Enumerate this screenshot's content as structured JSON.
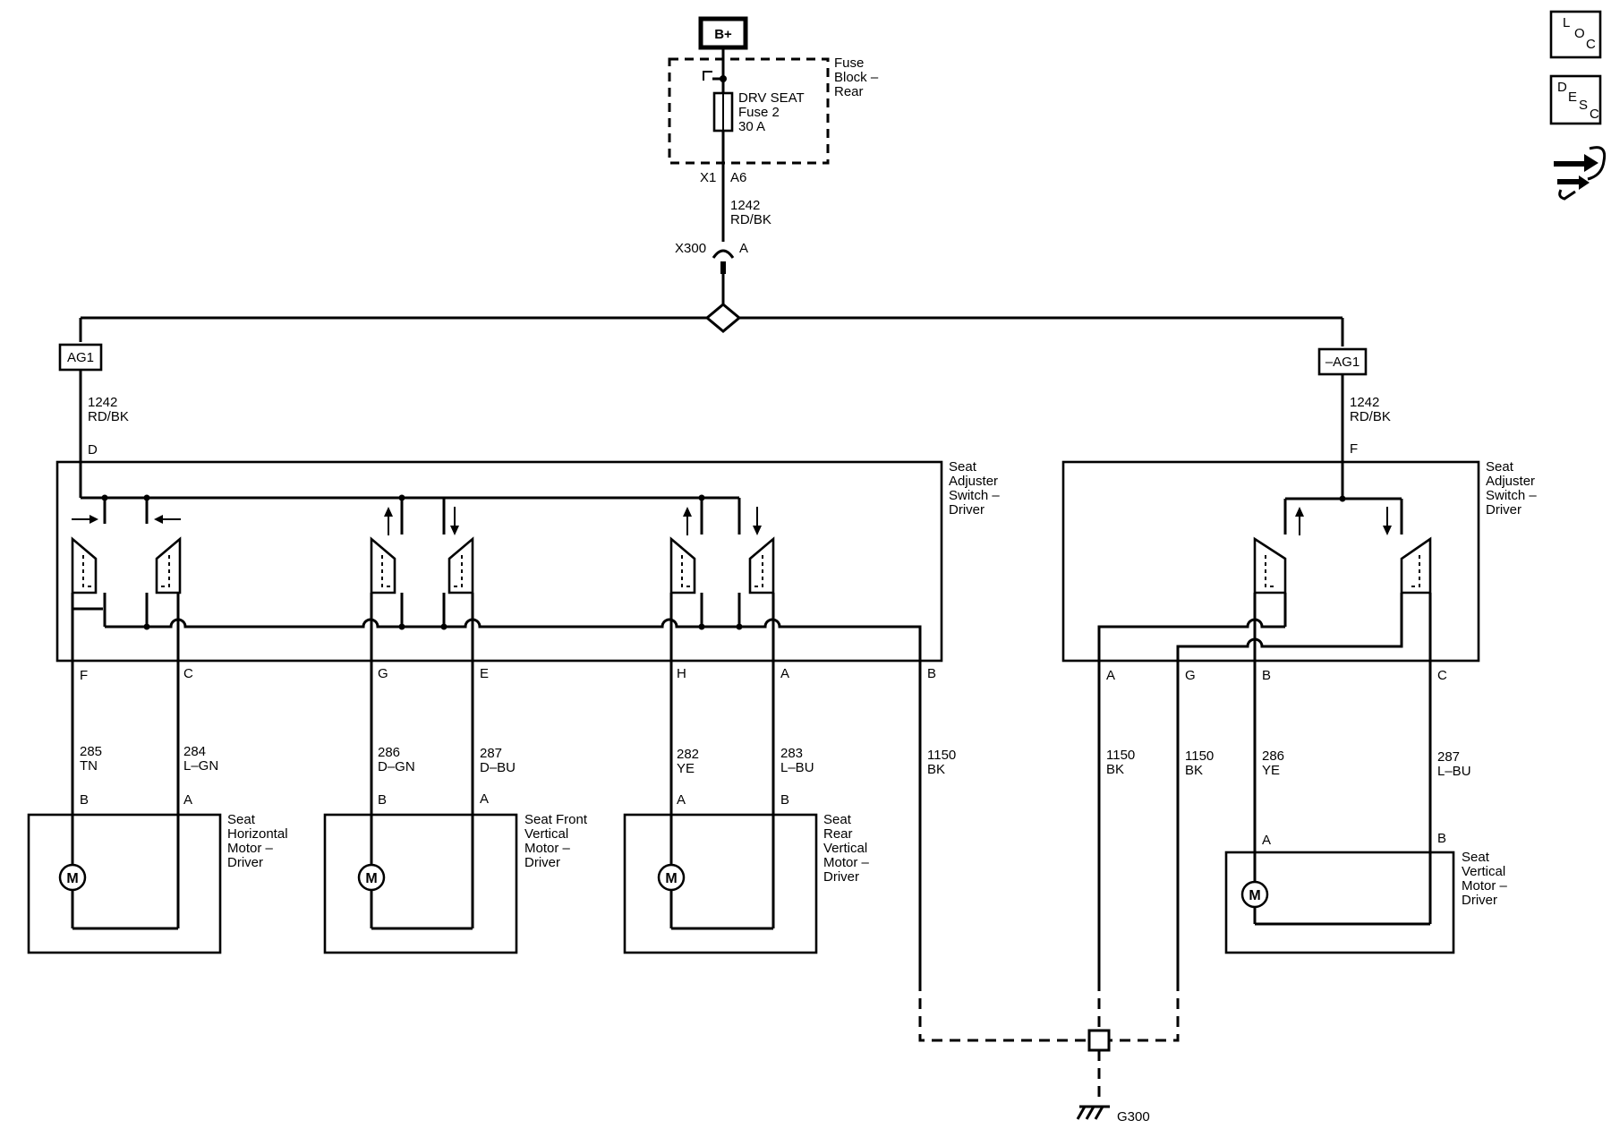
{
  "supply": {
    "label": "B+"
  },
  "fuse_block": {
    "title_lines": [
      "Fuse",
      "Block –",
      "Rear"
    ],
    "fuse_lines": [
      "DRV SEAT",
      "Fuse 2",
      "30 A"
    ],
    "conn_left": "X1",
    "conn_right": "A6"
  },
  "feed_wire": {
    "circuit": "1242",
    "color": "RD/BK"
  },
  "inline_conn": {
    "name": "X300",
    "pin": "A"
  },
  "option_left": {
    "tag": "AG1",
    "circuit": "1242",
    "color": "RD/BK",
    "pin": "D"
  },
  "option_right": {
    "tag": "–AG1",
    "circuit": "1242",
    "color": "RD/BK",
    "pin": "F"
  },
  "switch_left": {
    "title_lines": [
      "Seat",
      "Adjuster",
      "Switch –",
      "Driver"
    ],
    "pins": [
      "F",
      "C",
      "G",
      "E",
      "H",
      "A",
      "B"
    ]
  },
  "switch_right": {
    "title_lines": [
      "Seat",
      "Adjuster",
      "Switch –",
      "Driver"
    ],
    "pins": [
      "A",
      "G",
      "B",
      "C"
    ]
  },
  "wires": [
    {
      "circuit": "285",
      "color": "TN"
    },
    {
      "circuit": "284",
      "color": "L–GN"
    },
    {
      "circuit": "286",
      "color": "D–GN"
    },
    {
      "circuit": "287",
      "color": "D–BU"
    },
    {
      "circuit": "282",
      "color": "YE"
    },
    {
      "circuit": "283",
      "color": "L–BU"
    },
    {
      "circuit": "1150",
      "color": "BK"
    },
    {
      "circuit": "1150",
      "color": "BK"
    },
    {
      "circuit": "1150",
      "color": "BK"
    },
    {
      "circuit": "286",
      "color": "YE"
    },
    {
      "circuit": "287",
      "color": "L–BU"
    }
  ],
  "motors": [
    {
      "title_lines": [
        "Seat",
        "Horizontal",
        "Motor –",
        "Driver"
      ],
      "pin_left": "B",
      "pin_right": "A",
      "symbol": "M"
    },
    {
      "title_lines": [
        "Seat Front",
        "Vertical",
        "Motor –",
        "Driver"
      ],
      "pin_left": "B",
      "pin_right": "A",
      "symbol": "M"
    },
    {
      "title_lines": [
        "Seat",
        "Rear",
        "Vertical",
        "Motor –",
        "Driver"
      ],
      "pin_left": "A",
      "pin_right": "B",
      "symbol": "M"
    },
    {
      "title_lines": [
        "Seat",
        "Vertical",
        "Motor –",
        "Driver"
      ],
      "pin_left": "A",
      "pin_right": "B",
      "symbol": "M"
    }
  ],
  "ground": {
    "label": "G300"
  },
  "side_icons": {
    "loc": [
      "L",
      "O",
      "C"
    ],
    "desc": [
      "D",
      "E",
      "S",
      "C"
    ]
  }
}
